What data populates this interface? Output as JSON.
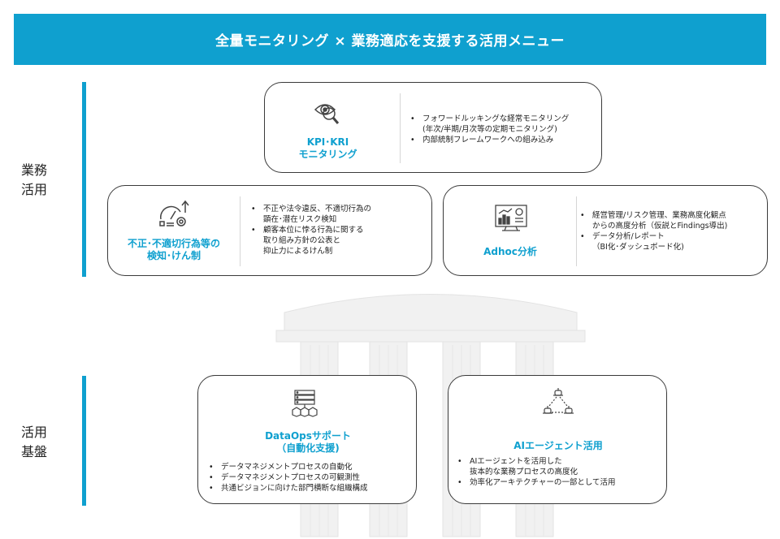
{
  "title": "全量モニタリング × 業務適応を支援する活用メニュー",
  "sections": {
    "business": [
      "業務",
      "活用"
    ],
    "foundation": [
      "活用",
      "基盤"
    ]
  },
  "cards": {
    "kpi": {
      "name": [
        "KPI･KRI",
        "モニタリング"
      ],
      "bullets": [
        {
          "text": "フォワードルッキングな経常モニタリング",
          "bullet": true
        },
        {
          "text": "(年次/半期/月次等の定期モニタリング)",
          "bullet": false
        },
        {
          "text": "内部統制フレームワークへの組み込み",
          "bullet": true
        }
      ]
    },
    "fraud": {
      "name": [
        "不正･不適切行為等の",
        "検知･けん制"
      ],
      "bullets": [
        {
          "text": "不正や法令違反、不適切行為の",
          "bullet": true
        },
        {
          "text": "顕在･潜在リスク検知",
          "bullet": false
        },
        {
          "text": "顧客本位に悖る行為に関する",
          "bullet": true
        },
        {
          "text": "取り組み方針の公表と",
          "bullet": false
        },
        {
          "text": "抑止力によるけん制",
          "bullet": false
        }
      ]
    },
    "adhoc": {
      "name": [
        "Adhoc分析"
      ],
      "bullets": [
        {
          "text": "経営管理/リスク管理、業務高度化観点",
          "bullet": true
        },
        {
          "text": "からの高度分析（仮説とFindings導出)",
          "bullet": false
        },
        {
          "text": "データ分析/レポート",
          "bullet": true
        },
        {
          "text": "（BI化･ダッシュボード化)",
          "bullet": false
        }
      ]
    },
    "dataops": {
      "name": [
        "DataOpsサポート",
        "（自動化支援)"
      ],
      "bullets": [
        {
          "text": "データマネジメントプロセスの自動化",
          "bullet": true
        },
        {
          "text": "データマネジメントプロセスの可観測性",
          "bullet": true
        },
        {
          "text": "共通ビジョンに向けた部門横断な組織構成",
          "bullet": true
        }
      ]
    },
    "ai": {
      "name": [
        "AIエージェント活用"
      ],
      "bullets": [
        {
          "text": "AIエージェントを活用した",
          "bullet": true
        },
        {
          "text": "抜本的な業務プロセスの高度化",
          "bullet": false
        },
        {
          "text": "効率化アーキテクチャーの一部として活用",
          "bullet": true
        }
      ]
    }
  },
  "colors": {
    "accent": "#0fa0cf",
    "border": "#3a3a3a"
  },
  "icons": {
    "kpi": "eye-magnifier-icon",
    "fraud": "gauge-gear-icon",
    "adhoc": "dashboard-chart-icon",
    "dataops": "server-cubes-icon",
    "ai": "robot-network-icon"
  }
}
